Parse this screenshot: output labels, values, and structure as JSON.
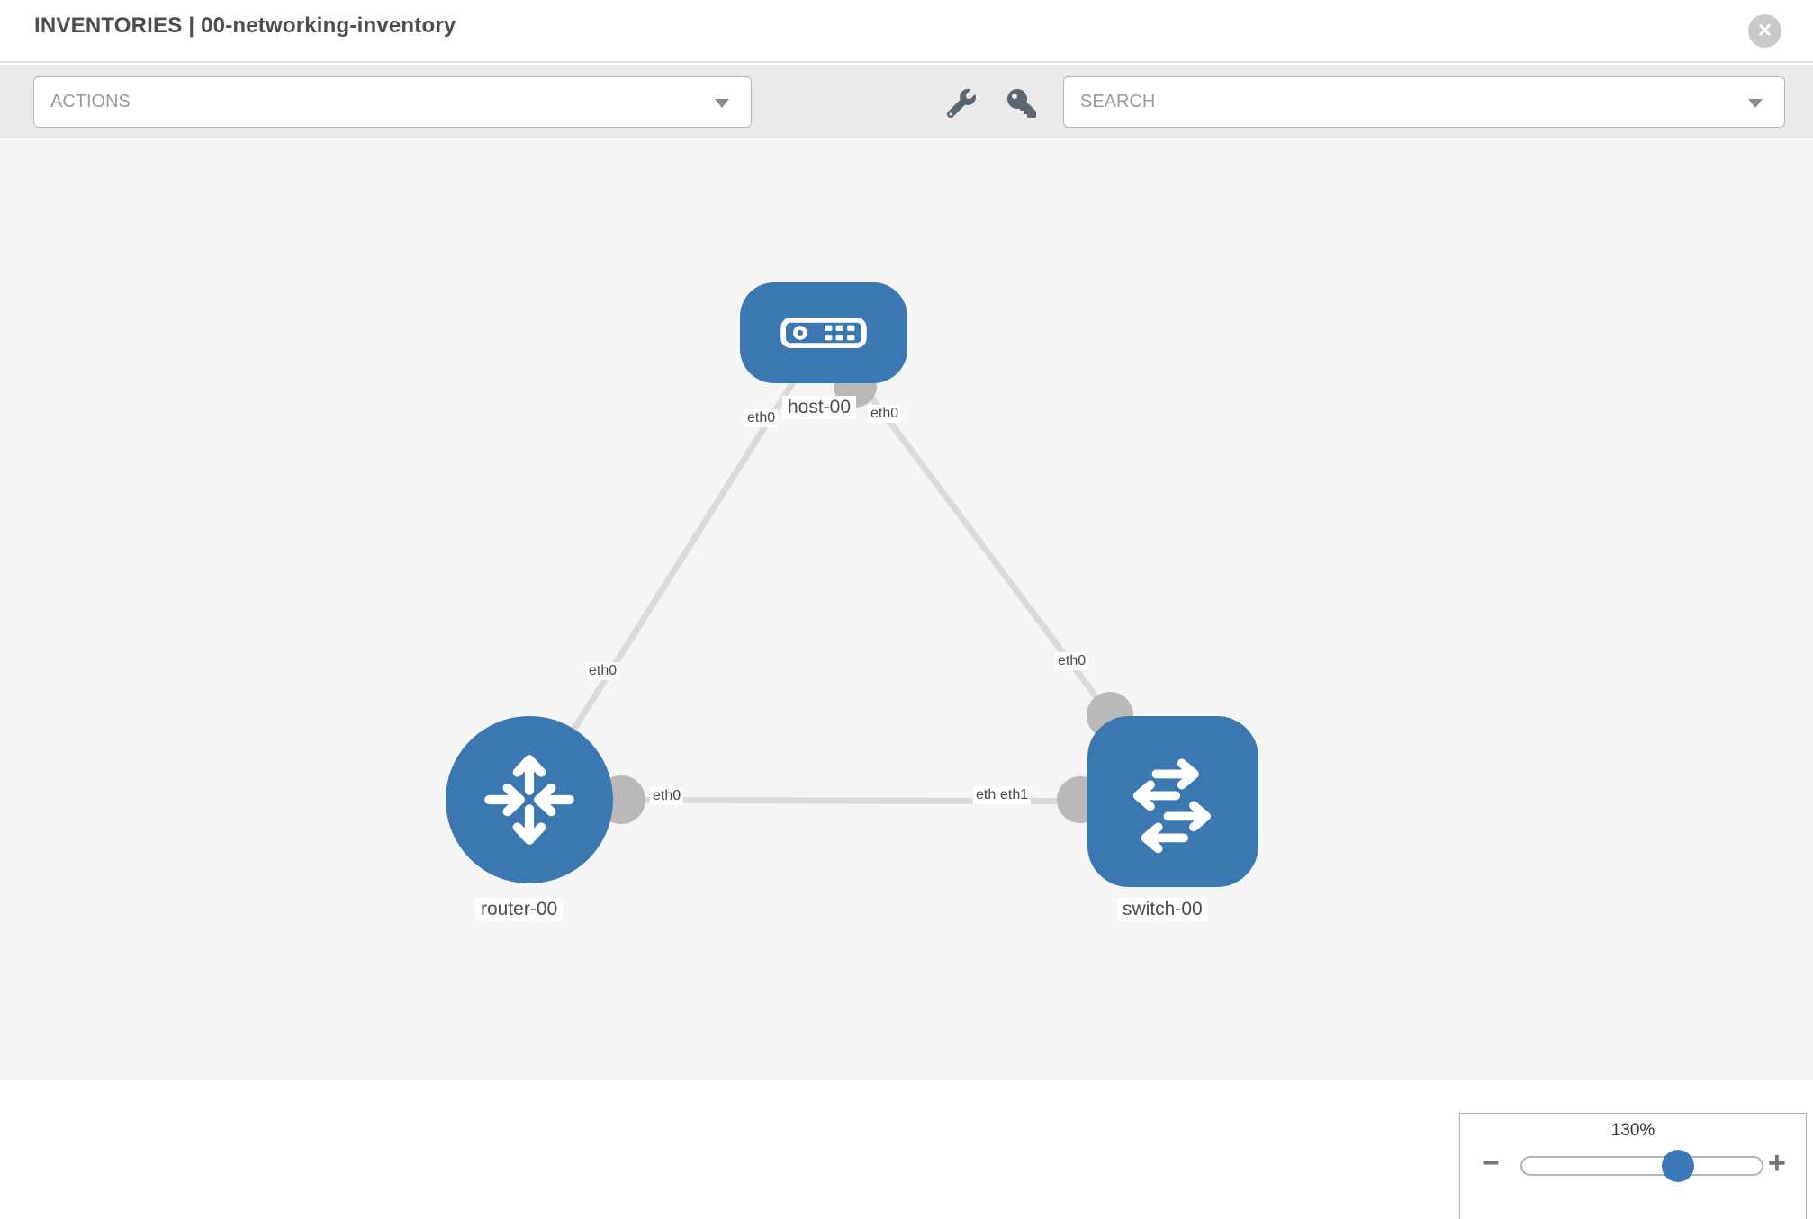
{
  "header": {
    "title": "INVENTORIES | 00-networking-inventory",
    "close_icon": "✕"
  },
  "toolbar": {
    "actions": {
      "label": "ACTIONS"
    },
    "search": {
      "placeholder": "SEARCH"
    },
    "icons": [
      "wrench-icon",
      "key-icon"
    ]
  },
  "topology": {
    "nodes": [
      {
        "id": "host-00",
        "type": "host",
        "label": "host-00"
      },
      {
        "id": "router-00",
        "type": "router",
        "label": "router-00"
      },
      {
        "id": "switch-00",
        "type": "switch",
        "label": "switch-00"
      }
    ],
    "links": [
      {
        "from": "host-00",
        "from_iface": "eth0",
        "to": "router-00",
        "to_iface": "eth0"
      },
      {
        "from": "host-00",
        "from_iface": "eth0",
        "to": "switch-00",
        "to_iface": "eth0"
      },
      {
        "from": "router-00",
        "from_iface": "eth0",
        "to": "switch-00",
        "to_iface": "eth1"
      }
    ],
    "overlapped_iface_label": "eth0"
  },
  "zoom_widget": {
    "level": "130%",
    "value": 130,
    "minus_label": "−",
    "plus_label": "+"
  },
  "colors": {
    "node_blue": "#3b78b2",
    "link_gray": "#dadada",
    "port_gray": "#b9b9b9",
    "label_text": "#4c4c4c",
    "toolbar_bg": "#eaeaea",
    "canvas_bg": "#f5f5f5",
    "icon_gray": "#5b6670"
  }
}
